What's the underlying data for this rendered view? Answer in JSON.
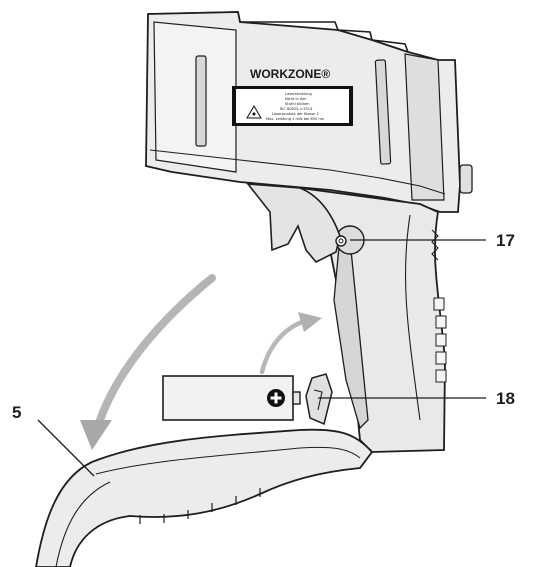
{
  "callouts": {
    "c17": "17",
    "c18": "18",
    "c5": "5"
  },
  "device": {
    "brand": "WORKZONE®",
    "label_lines": [
      "Laserstrahlung",
      "Nicht in den",
      "Strahl blicken",
      "IEC 60825-1:2014",
      "Laserprodukt der Klasse 2",
      "Max. Leistung 1 mW bei 650 nm"
    ]
  },
  "colors": {
    "outline": "#1e1e1e",
    "body_fill": "#e8e8e8",
    "shade_fill": "#d0d0d0",
    "arrow_fill": "#b5b5b5"
  }
}
